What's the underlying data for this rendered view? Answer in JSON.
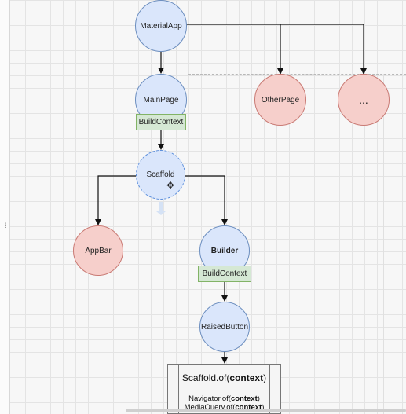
{
  "diagram": {
    "nodes": {
      "material_app": "MaterialApp",
      "main_page": "MainPage",
      "other_page": "OtherPage",
      "ellipsis": "...",
      "scaffold": "Scaffold",
      "app_bar": "AppBar",
      "builder": "Builder",
      "raised_button": "RaisedButton"
    },
    "contexts": {
      "main_page": "BuildContext",
      "builder": "BuildContext"
    },
    "callout": {
      "prefix": "Scaffold.of(",
      "arg": "context",
      "suffix": ")",
      "lines": [
        {
          "prefix": "Navigator.of(",
          "arg": "context",
          "suffix": ")"
        },
        {
          "prefix": "MediaQuery.of(",
          "arg": "context",
          "suffix": ")"
        }
      ]
    }
  },
  "colors": {
    "widget_fill": "#dae6fb",
    "widget_stroke": "#6c8ebf",
    "page_fill": "#f6cfcb",
    "context_fill": "#d5e8d4"
  }
}
